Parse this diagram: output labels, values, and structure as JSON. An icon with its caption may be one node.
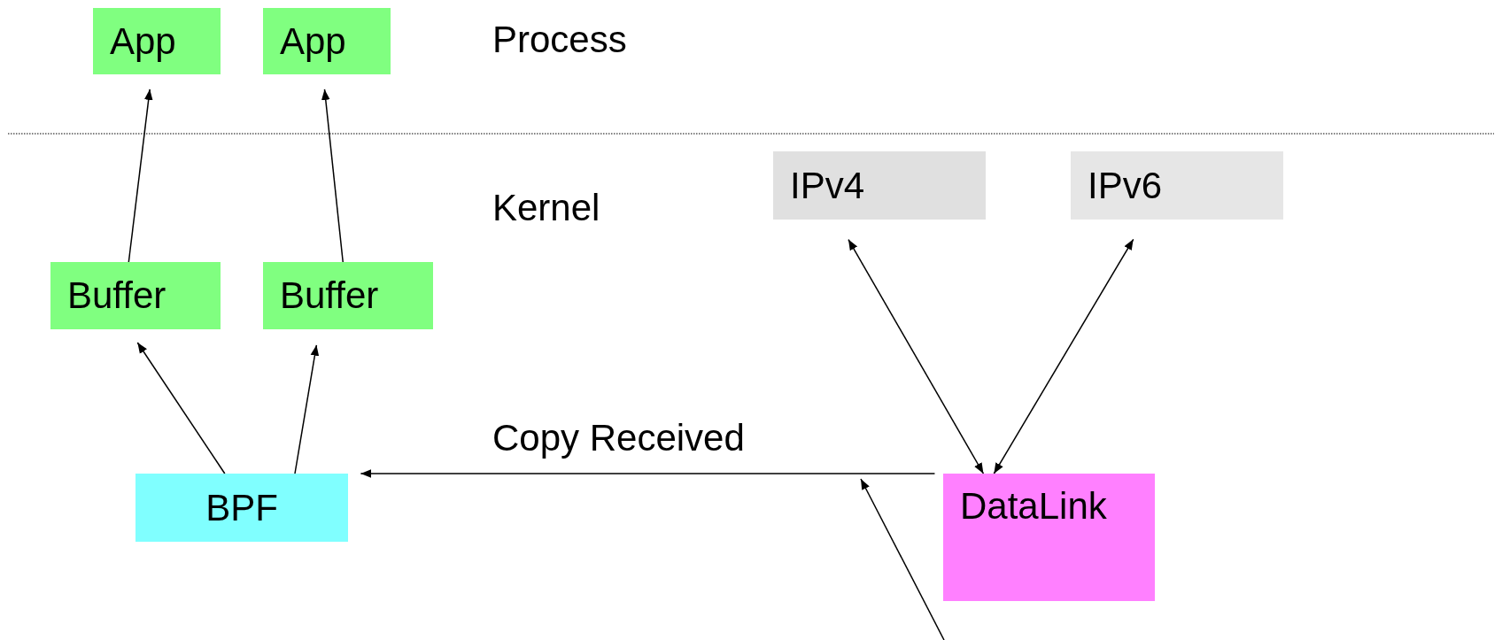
{
  "diagram": {
    "nodes": [
      {
        "text": [
          "App"
        ]
      },
      {
        "text": [
          "App"
        ]
      },
      {
        "text": [
          "Buffer"
        ]
      },
      {
        "text": [
          "Buffer"
        ]
      },
      {
        "text": [
          "BPF"
        ]
      },
      {
        "text": [
          "IPv4"
        ]
      },
      {
        "text": [
          "IPv6"
        ]
      },
      {
        "text": [
          "DataLink"
        ]
      }
    ],
    "edges": [
      {
        "from": 2,
        "to": 0,
        "arrow": "to"
      },
      {
        "from": 3,
        "to": 1,
        "arrow": "to"
      },
      {
        "from": 4,
        "to": 2,
        "arrow": "to"
      },
      {
        "from": 4,
        "to": 3,
        "arrow": "to"
      },
      {
        "from": 7,
        "to": 5,
        "arrow": "both"
      },
      {
        "from": 7,
        "to": 6,
        "arrow": "both"
      },
      {
        "from": 7,
        "to": 4,
        "arrow": "to",
        "label": "Copy Received"
      }
    ],
    "labels": [
      "Process",
      "Kernel"
    ]
  }
}
